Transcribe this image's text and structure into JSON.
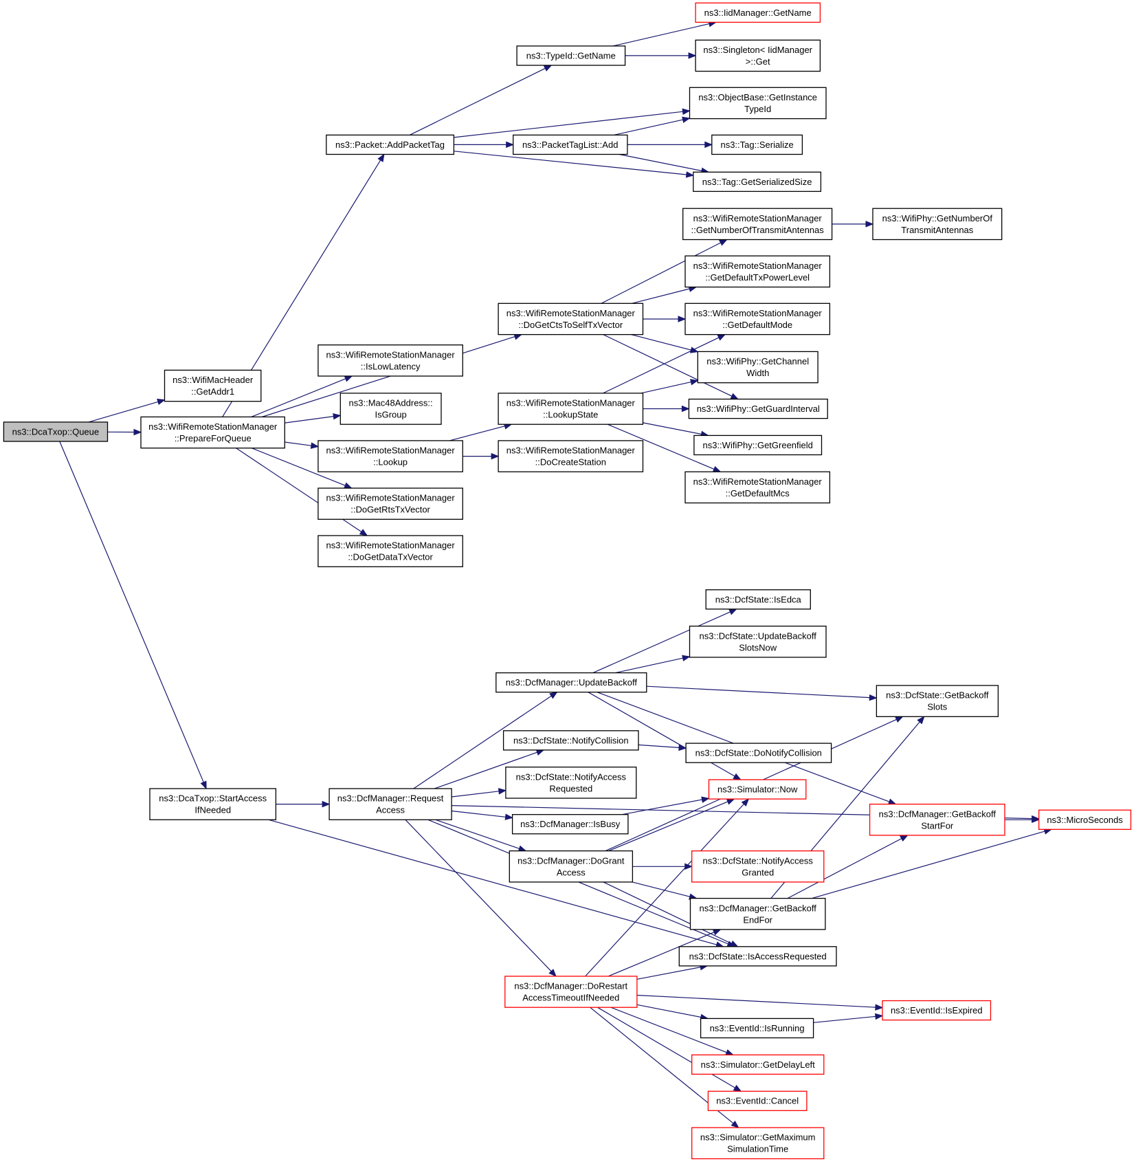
{
  "graph": {
    "colors": {
      "edge": "#191970",
      "focus_fill": "#bfbfbf",
      "truncated_border": "#ff0000",
      "node_border": "#000000"
    },
    "nodes": [
      {
        "id": "queue",
        "label": [
          "ns3::DcaTxop::Queue"
        ],
        "style": "focus"
      },
      {
        "id": "getaddr1",
        "label": [
          "ns3::WifiMacHeader",
          "::GetAddr1"
        ],
        "style": "normal"
      },
      {
        "id": "prepare",
        "label": [
          "ns3::WifiRemoteStationManager",
          "::PrepareForQueue"
        ],
        "style": "normal"
      },
      {
        "id": "startacc",
        "label": [
          "ns3::DcaTxop::StartAccess",
          "IfNeeded"
        ],
        "style": "normal"
      },
      {
        "id": "addtag",
        "label": [
          "ns3::Packet::AddPacketTag"
        ],
        "style": "normal"
      },
      {
        "id": "islow",
        "label": [
          "ns3::WifiRemoteStationManager",
          "::IsLowLatency"
        ],
        "style": "normal"
      },
      {
        "id": "isgroup",
        "label": [
          "ns3::Mac48Address::",
          "IsGroup"
        ],
        "style": "normal"
      },
      {
        "id": "lookup",
        "label": [
          "ns3::WifiRemoteStationManager",
          "::Lookup"
        ],
        "style": "normal"
      },
      {
        "id": "rtstx",
        "label": [
          "ns3::WifiRemoteStationManager",
          "::DoGetRtsTxVector"
        ],
        "style": "normal"
      },
      {
        "id": "datatx",
        "label": [
          "ns3::WifiRemoteStationManager",
          "::DoGetDataTxVector"
        ],
        "style": "normal"
      },
      {
        "id": "typename",
        "label": [
          "ns3::TypeId::GetName"
        ],
        "style": "normal"
      },
      {
        "id": "taglistadd",
        "label": [
          "ns3::PacketTagList::Add"
        ],
        "style": "normal"
      },
      {
        "id": "ctstx",
        "label": [
          "ns3::WifiRemoteStationManager",
          "::DoGetCtsToSelfTxVector"
        ],
        "style": "normal"
      },
      {
        "id": "lookupstate",
        "label": [
          "ns3::WifiRemoteStationManager",
          "::LookupState"
        ],
        "style": "normal"
      },
      {
        "id": "createstation",
        "label": [
          "ns3::WifiRemoteStationManager",
          "::DoCreateStation"
        ],
        "style": "normal"
      },
      {
        "id": "iidname",
        "label": [
          "ns3::IidManager::GetName"
        ],
        "style": "red"
      },
      {
        "id": "singleton",
        "label": [
          "ns3::Singleton< IidManager",
          ">::Get"
        ],
        "style": "normal"
      },
      {
        "id": "getinst",
        "label": [
          "ns3::ObjectBase::GetInstance",
          "TypeId"
        ],
        "style": "normal"
      },
      {
        "id": "tagser",
        "label": [
          "ns3::Tag::Serialize"
        ],
        "style": "normal"
      },
      {
        "id": "tagsize",
        "label": [
          "ns3::Tag::GetSerializedSize"
        ],
        "style": "normal"
      },
      {
        "id": "numant",
        "label": [
          "ns3::WifiRemoteStationManager",
          "::GetNumberOfTransmitAntennas"
        ],
        "style": "normal"
      },
      {
        "id": "txpower",
        "label": [
          "ns3::WifiRemoteStationManager",
          "::GetDefaultTxPowerLevel"
        ],
        "style": "normal"
      },
      {
        "id": "defmode",
        "label": [
          "ns3::WifiRemoteStationManager",
          "::GetDefaultMode"
        ],
        "style": "normal"
      },
      {
        "id": "chanwidth",
        "label": [
          "ns3::WifiPhy::GetChannel",
          "Width"
        ],
        "style": "normal"
      },
      {
        "id": "guard",
        "label": [
          "ns3::WifiPhy::GetGuardInterval"
        ],
        "style": "normal"
      },
      {
        "id": "green",
        "label": [
          "ns3::WifiPhy::GetGreenfield"
        ],
        "style": "normal"
      },
      {
        "id": "defmcs",
        "label": [
          "ns3::WifiRemoteStationManager",
          "::GetDefaultMcs"
        ],
        "style": "normal"
      },
      {
        "id": "phyant",
        "label": [
          "ns3::WifiPhy::GetNumberOf",
          "TransmitAntennas"
        ],
        "style": "normal"
      },
      {
        "id": "reqacc",
        "label": [
          "ns3::DcfManager::Request",
          "Access"
        ],
        "style": "normal"
      },
      {
        "id": "updbackoff",
        "label": [
          "ns3::DcfManager::UpdateBackoff"
        ],
        "style": "normal"
      },
      {
        "id": "notcoll",
        "label": [
          "ns3::DcfState::NotifyCollision"
        ],
        "style": "normal"
      },
      {
        "id": "notreq",
        "label": [
          "ns3::DcfState::NotifyAccess",
          "Requested"
        ],
        "style": "normal"
      },
      {
        "id": "isbusy",
        "label": [
          "ns3::DcfManager::IsBusy"
        ],
        "style": "normal"
      },
      {
        "id": "dogrant",
        "label": [
          "ns3::DcfManager::DoGrant",
          "Access"
        ],
        "style": "normal"
      },
      {
        "id": "dorestart",
        "label": [
          "ns3::DcfManager::DoRestart",
          "AccessTimeoutIfNeeded"
        ],
        "style": "red"
      },
      {
        "id": "isedca",
        "label": [
          "ns3::DcfState::IsEdca"
        ],
        "style": "normal"
      },
      {
        "id": "updslots",
        "label": [
          "ns3::DcfState::UpdateBackoff",
          "SlotsNow"
        ],
        "style": "normal"
      },
      {
        "id": "getslots",
        "label": [
          "ns3::DcfState::GetBackoff",
          "Slots"
        ],
        "style": "normal"
      },
      {
        "id": "donotcoll",
        "label": [
          "ns3::DcfState::DoNotifyCollision"
        ],
        "style": "normal"
      },
      {
        "id": "simnow",
        "label": [
          "ns3::Simulator::Now"
        ],
        "style": "red"
      },
      {
        "id": "startfor",
        "label": [
          "ns3::DcfManager::GetBackoff",
          "StartFor"
        ],
        "style": "red"
      },
      {
        "id": "micro",
        "label": [
          "ns3::MicroSeconds"
        ],
        "style": "red"
      },
      {
        "id": "notgranted",
        "label": [
          "ns3::DcfState::NotifyAccess",
          "Granted"
        ],
        "style": "red"
      },
      {
        "id": "endfor",
        "label": [
          "ns3::DcfManager::GetBackoff",
          "EndFor"
        ],
        "style": "normal"
      },
      {
        "id": "isaccreq",
        "label": [
          "ns3::DcfState::IsAccessRequested"
        ],
        "style": "normal"
      },
      {
        "id": "isexpired",
        "label": [
          "ns3::EventId::IsExpired"
        ],
        "style": "red"
      },
      {
        "id": "isrunning",
        "label": [
          "ns3::EventId::IsRunning"
        ],
        "style": "normal"
      },
      {
        "id": "delayleft",
        "label": [
          "ns3::Simulator::GetDelayLeft"
        ],
        "style": "red"
      },
      {
        "id": "cancel",
        "label": [
          "ns3::EventId::Cancel"
        ],
        "style": "red"
      },
      {
        "id": "maxsim",
        "label": [
          "ns3::Simulator::GetMaximum",
          "SimulationTime"
        ],
        "style": "red"
      }
    ],
    "edges": [
      [
        "queue",
        "getaddr1"
      ],
      [
        "queue",
        "prepare"
      ],
      [
        "queue",
        "startacc"
      ],
      [
        "prepare",
        "addtag"
      ],
      [
        "prepare",
        "ctstx"
      ],
      [
        "prepare",
        "islow"
      ],
      [
        "prepare",
        "isgroup"
      ],
      [
        "prepare",
        "lookup"
      ],
      [
        "prepare",
        "rtstx"
      ],
      [
        "prepare",
        "datatx"
      ],
      [
        "addtag",
        "typename"
      ],
      [
        "addtag",
        "getinst"
      ],
      [
        "addtag",
        "taglistadd"
      ],
      [
        "addtag",
        "tagsize"
      ],
      [
        "typename",
        "iidname"
      ],
      [
        "typename",
        "singleton"
      ],
      [
        "taglistadd",
        "getinst"
      ],
      [
        "taglistadd",
        "tagser"
      ],
      [
        "taglistadd",
        "tagsize"
      ],
      [
        "ctstx",
        "numant"
      ],
      [
        "ctstx",
        "txpower"
      ],
      [
        "ctstx",
        "defmode"
      ],
      [
        "ctstx",
        "chanwidth"
      ],
      [
        "ctstx",
        "guard"
      ],
      [
        "numant",
        "phyant"
      ],
      [
        "lookup",
        "lookupstate"
      ],
      [
        "lookup",
        "createstation"
      ],
      [
        "lookupstate",
        "defmode"
      ],
      [
        "lookupstate",
        "chanwidth"
      ],
      [
        "lookupstate",
        "guard"
      ],
      [
        "lookupstate",
        "green"
      ],
      [
        "lookupstate",
        "defmcs"
      ],
      [
        "startacc",
        "reqacc"
      ],
      [
        "startacc",
        "isaccreq"
      ],
      [
        "reqacc",
        "micro"
      ],
      [
        "reqacc",
        "updbackoff"
      ],
      [
        "reqacc",
        "notcoll"
      ],
      [
        "reqacc",
        "notreq"
      ],
      [
        "reqacc",
        "isbusy"
      ],
      [
        "reqacc",
        "dogrant"
      ],
      [
        "reqacc",
        "isaccreq"
      ],
      [
        "reqacc",
        "dorestart"
      ],
      [
        "updbackoff",
        "getslots"
      ],
      [
        "updbackoff",
        "isedca"
      ],
      [
        "updbackoff",
        "updslots"
      ],
      [
        "updbackoff",
        "simnow"
      ],
      [
        "updbackoff",
        "startfor"
      ],
      [
        "notcoll",
        "donotcoll"
      ],
      [
        "isbusy",
        "simnow"
      ],
      [
        "dogrant",
        "simnow"
      ],
      [
        "dogrant",
        "getslots"
      ],
      [
        "dogrant",
        "notgranted"
      ],
      [
        "dogrant",
        "endfor"
      ],
      [
        "dogrant",
        "isaccreq"
      ],
      [
        "endfor",
        "getslots"
      ],
      [
        "endfor",
        "startfor"
      ],
      [
        "endfor",
        "micro"
      ],
      [
        "startfor",
        "micro"
      ],
      [
        "dorestart",
        "simnow"
      ],
      [
        "dorestart",
        "endfor"
      ],
      [
        "dorestart",
        "isaccreq"
      ],
      [
        "dorestart",
        "isexpired"
      ],
      [
        "dorestart",
        "isrunning"
      ],
      [
        "dorestart",
        "delayleft"
      ],
      [
        "dorestart",
        "cancel"
      ],
      [
        "dorestart",
        "maxsim"
      ],
      [
        "isrunning",
        "isexpired"
      ]
    ]
  }
}
